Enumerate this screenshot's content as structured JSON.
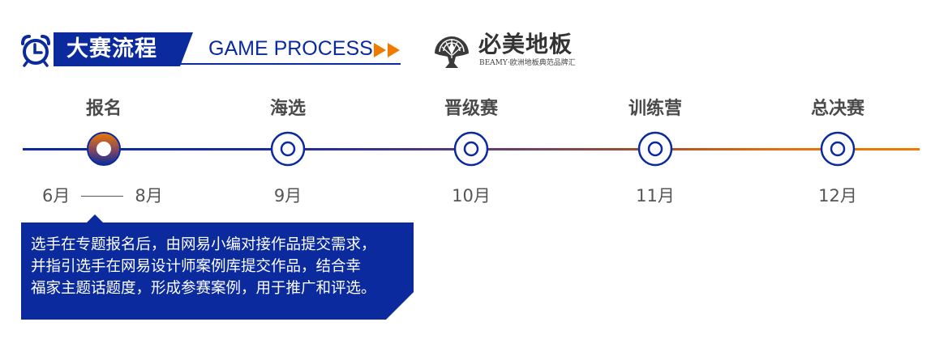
{
  "header": {
    "title_cn": "大赛流程",
    "title_en": "GAME PROCESS",
    "icon": "alarm-clock-icon",
    "arrows_icon": "double-arrow-right-icon",
    "colors": {
      "brand_blue": "#0a2a9e",
      "accent_orange": "#f07a00"
    }
  },
  "logo": {
    "name_cn": "必美地板",
    "tagline": "BEAMY·欧洲地板典范品牌汇",
    "icon": "tree-emblem-icon"
  },
  "timeline": {
    "stages": [
      {
        "label": "报名",
        "date_start": "6月",
        "date_end": "8月",
        "active": true
      },
      {
        "label": "海选",
        "date": "9月",
        "active": false
      },
      {
        "label": "晋级赛",
        "date": "10月",
        "active": false
      },
      {
        "label": "训练营",
        "date": "11月",
        "active": false
      },
      {
        "label": "总决赛",
        "date": "12月",
        "active": false
      }
    ],
    "line_gradient": [
      "#0a2a9e",
      "#f07a00"
    ]
  },
  "description": {
    "lines": [
      "选手在专题报名后，由网易小编对接作品提交需求，",
      "并指引选手在网易设计师案例库提交作品，结合幸",
      "福家主题话题度，形成参赛案例，用于推广和评选。"
    ],
    "background": "#0a2a9e"
  }
}
